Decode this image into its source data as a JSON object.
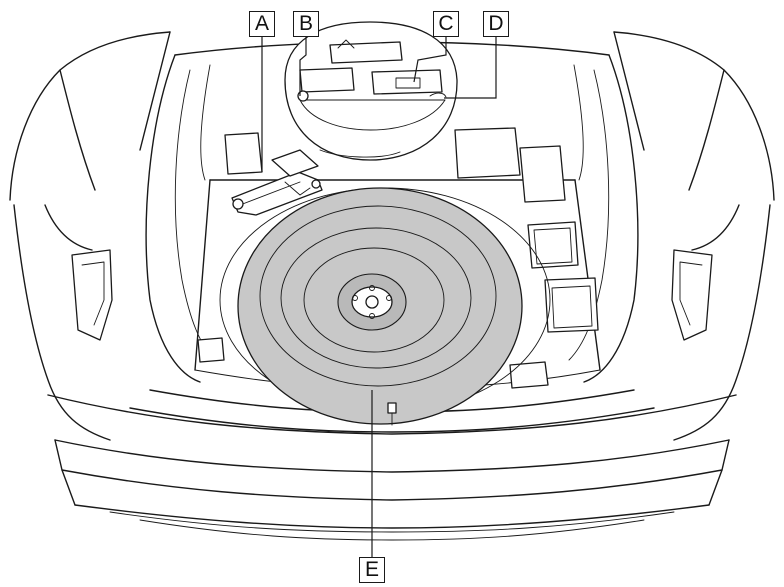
{
  "callouts": {
    "a": "A",
    "b": "B",
    "c": "C",
    "d": "D",
    "e": "E"
  },
  "colors": {
    "tire_fill": "#c8c8c8",
    "line": "#1a1a1a",
    "background": "#ffffff"
  }
}
